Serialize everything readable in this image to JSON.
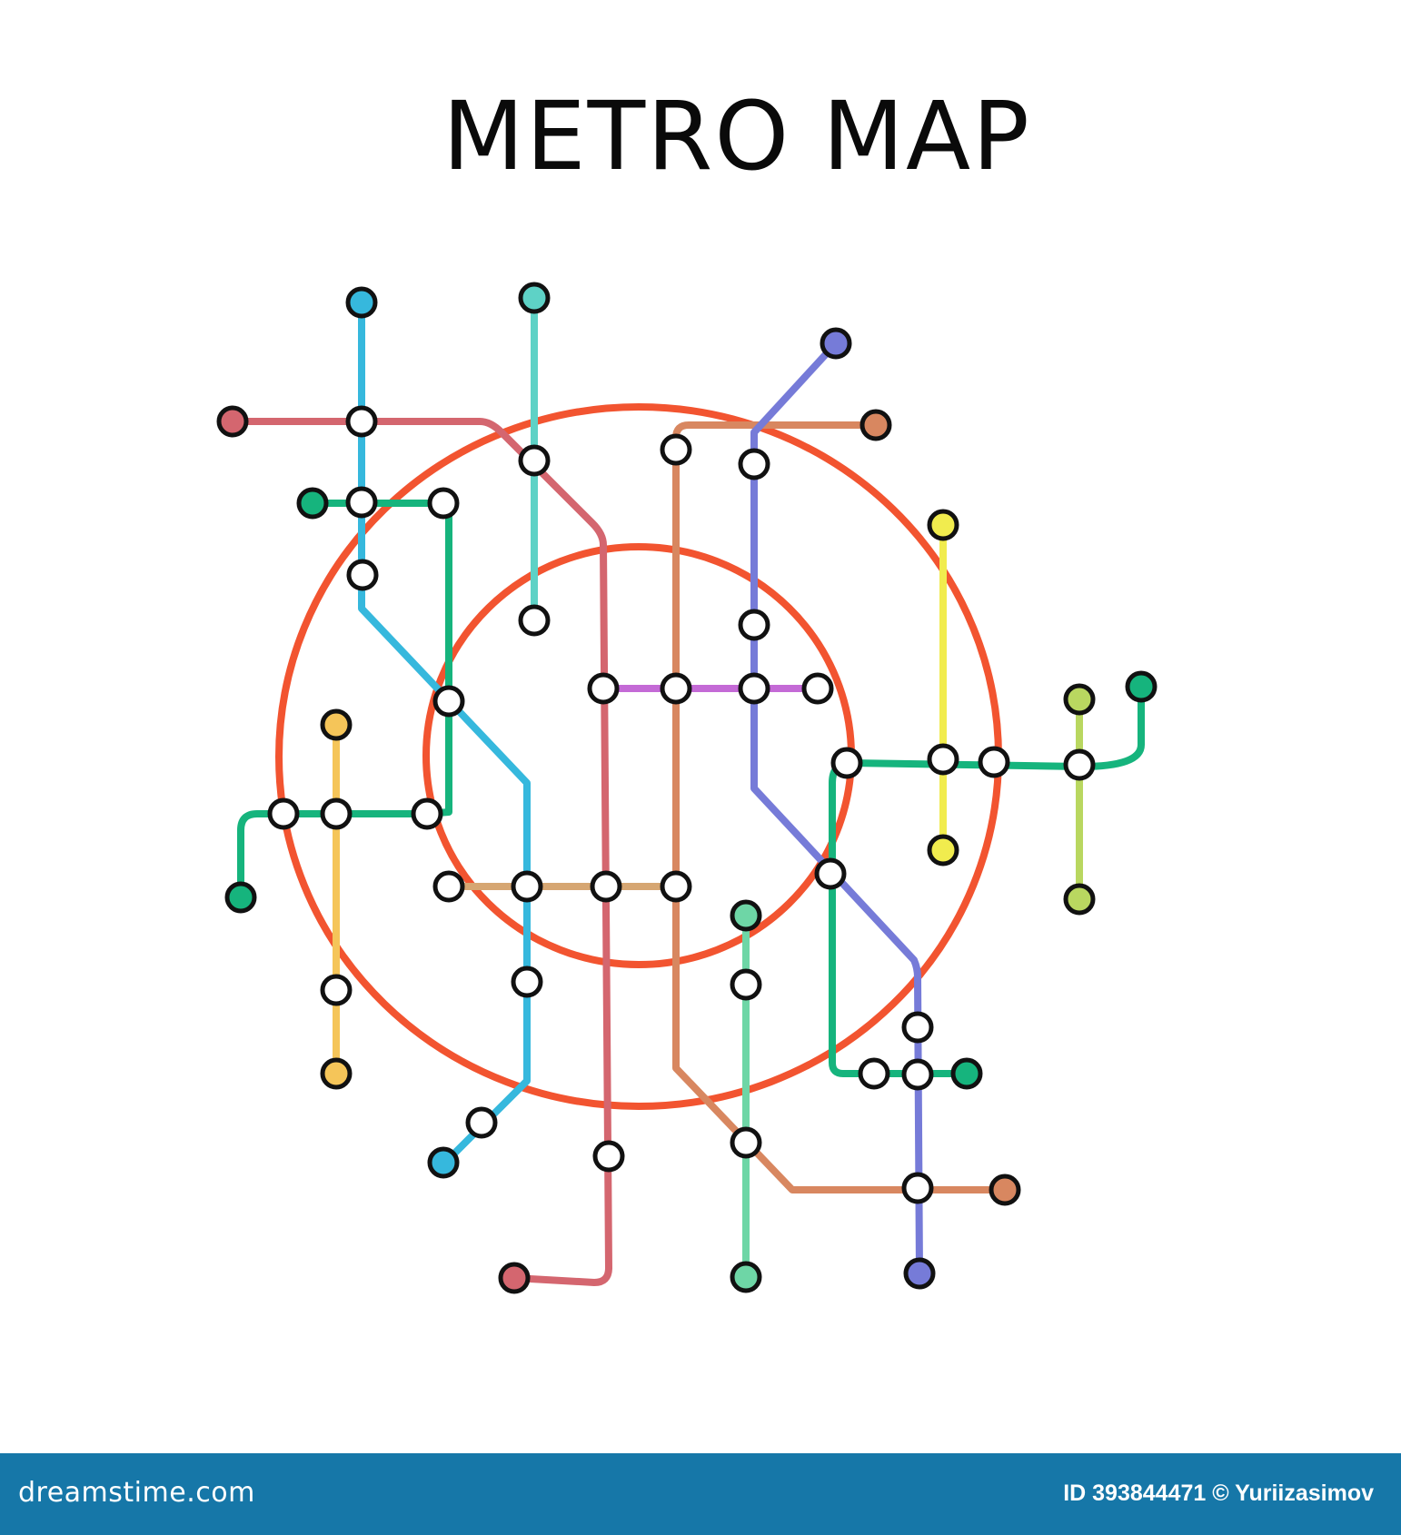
{
  "title": "METRO MAP",
  "footer": {
    "brand": "dreamstime.com",
    "image_id": "ID 393844471 © Yuriizasimov"
  },
  "colors": {
    "background": "#ffffff",
    "footer_bg": "#1677a8",
    "station_fill": "#ffffff",
    "station_stroke": "#111111"
  },
  "lines": [
    {
      "id": "ring-outer",
      "color": "#f25430"
    },
    {
      "id": "ring-inner",
      "color": "#f25430"
    },
    {
      "id": "light-blue",
      "color": "#36b8dd"
    },
    {
      "id": "turquoise",
      "color": "#5ed2c6"
    },
    {
      "id": "dusty-red",
      "color": "#d4666f"
    },
    {
      "id": "terracotta",
      "color": "#d88760"
    },
    {
      "id": "periwinkle",
      "color": "#767bd8"
    },
    {
      "id": "green-north",
      "color": "#16b47d"
    },
    {
      "id": "green-west",
      "color": "#16b47d"
    },
    {
      "id": "green-east",
      "color": "#16b47d"
    },
    {
      "id": "amber",
      "color": "#f5c559"
    },
    {
      "id": "yellow",
      "color": "#f1ec4e"
    },
    {
      "id": "lime",
      "color": "#b9d760"
    },
    {
      "id": "mint",
      "color": "#6ed6a6"
    },
    {
      "id": "purple",
      "color": "#c46ad6"
    },
    {
      "id": "tan",
      "color": "#d6a672"
    }
  ],
  "terminals": [
    {
      "line": "light-blue",
      "color": "#36b8dd"
    },
    {
      "line": "light-blue",
      "color": "#36b8dd"
    },
    {
      "line": "turquoise",
      "color": "#5ed2c6"
    },
    {
      "line": "dusty-red",
      "color": "#d4666f"
    },
    {
      "line": "dusty-red",
      "color": "#d4666f"
    },
    {
      "line": "periwinkle",
      "color": "#767bd8"
    },
    {
      "line": "periwinkle",
      "color": "#767bd8"
    },
    {
      "line": "terracotta",
      "color": "#d88760"
    },
    {
      "line": "terracotta",
      "color": "#d88760"
    },
    {
      "line": "green-north",
      "color": "#16b47d"
    },
    {
      "line": "green-west",
      "color": "#16b47d"
    },
    {
      "line": "green-east",
      "color": "#16b47d"
    },
    {
      "line": "green-east",
      "color": "#16b47d"
    },
    {
      "line": "amber",
      "color": "#f5c559"
    },
    {
      "line": "amber",
      "color": "#f5c559"
    },
    {
      "line": "yellow",
      "color": "#f1ec4e"
    },
    {
      "line": "yellow",
      "color": "#f1ec4e"
    },
    {
      "line": "lime",
      "color": "#b9d760"
    },
    {
      "line": "lime",
      "color": "#b9d760"
    },
    {
      "line": "mint",
      "color": "#6ed6a6"
    },
    {
      "line": "mint",
      "color": "#6ed6a6"
    }
  ]
}
